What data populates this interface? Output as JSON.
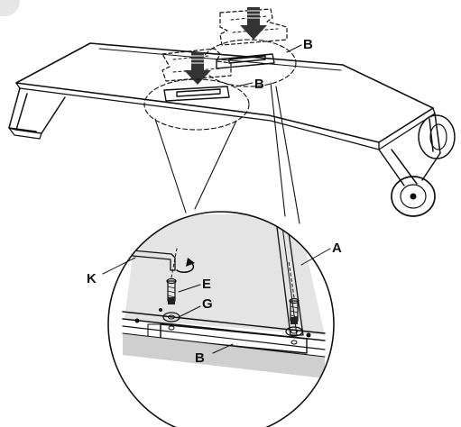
{
  "callouts": {
    "b_top": "B",
    "b_middle": "B",
    "b_detail": "B",
    "a_detail": "A",
    "k_detail": "K",
    "e_detail": "E",
    "g_detail": "G"
  },
  "colors": {
    "line": "#111111",
    "detail_shade": "#e4e4e4",
    "bracket_fill": "#f2f2f2",
    "slot_fill": "#b8b8b8"
  },
  "icons": {
    "push_arrow": "arrow-down-icon",
    "rotation": "rotate-arrow-icon"
  }
}
